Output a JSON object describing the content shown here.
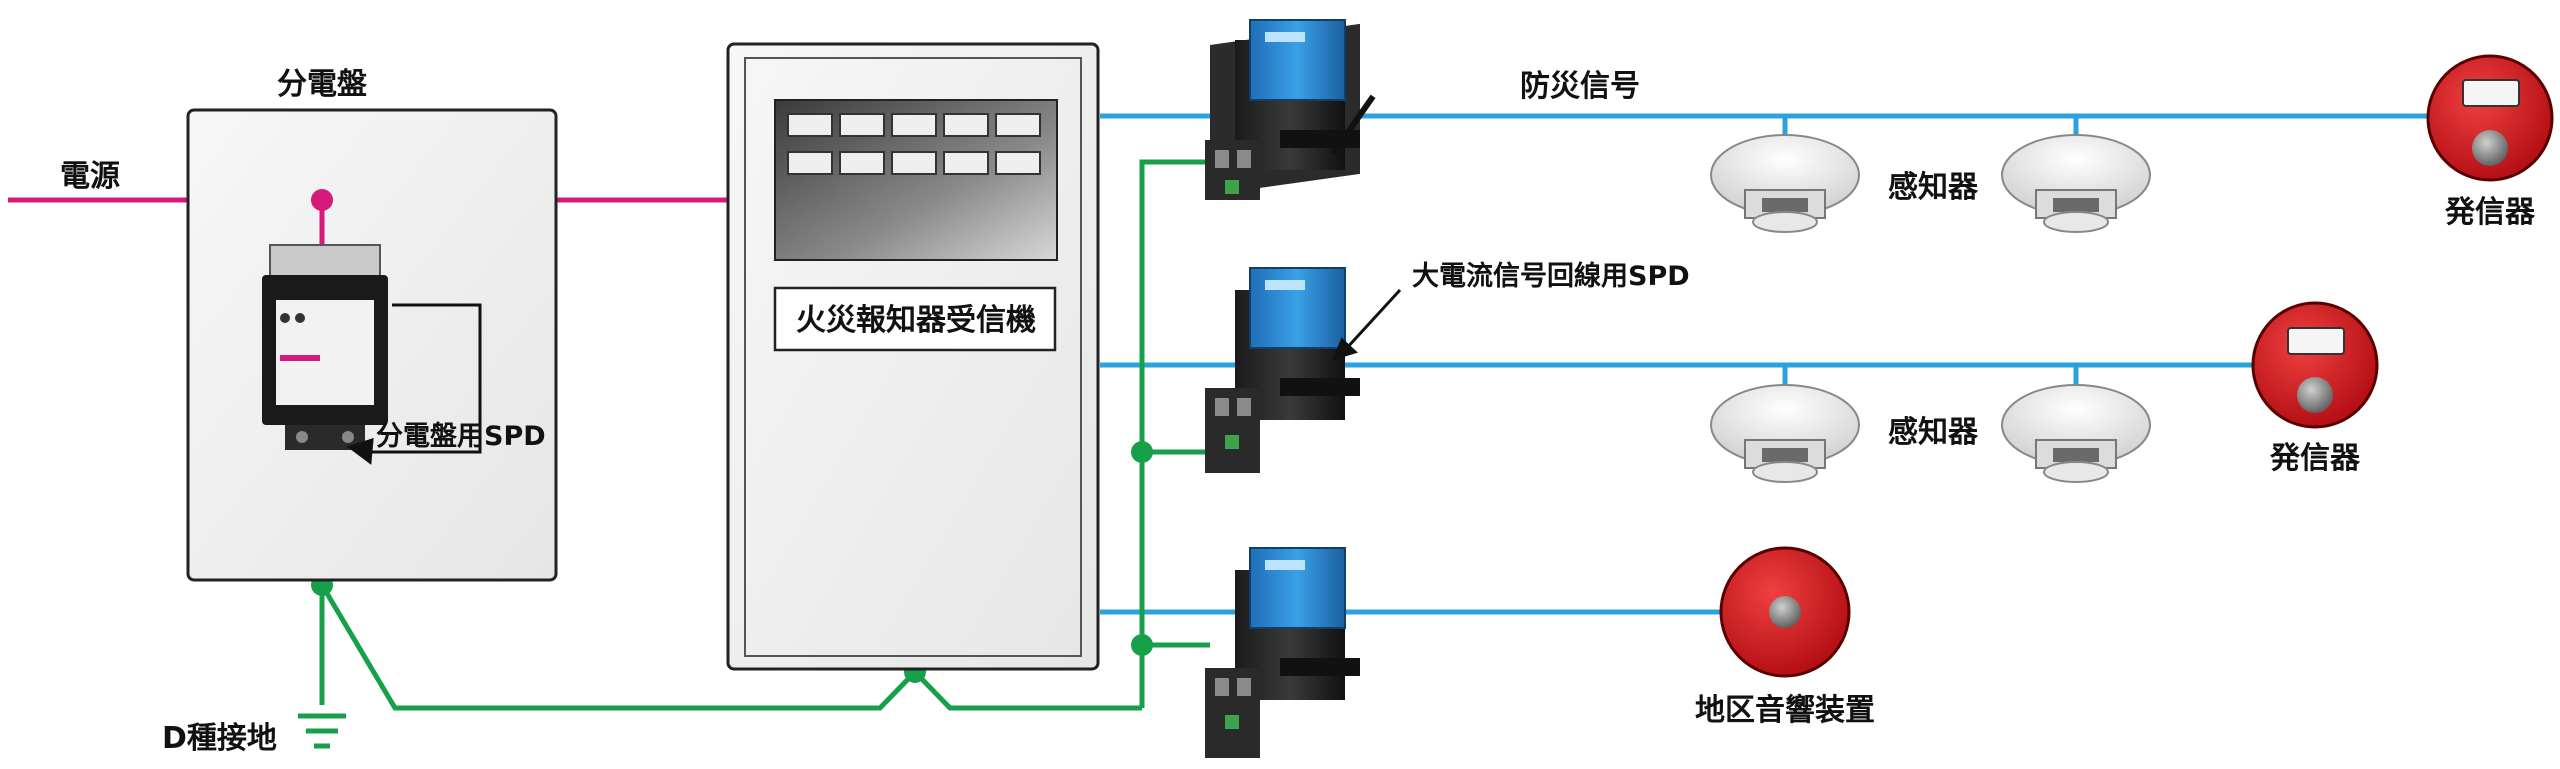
{
  "labels": {
    "power_source": "電源",
    "distribution_panel": "分電盤",
    "panel_spd": "分電盤用SPD",
    "ground": "D種接地",
    "fire_receiver": "火災報知器受信機",
    "disaster_signal": "防災信号",
    "high_current_spd": "大電流信号回線用SPD",
    "detector_1": "感知器",
    "detector_2": "感知器",
    "transmitter_1": "発信器",
    "transmitter_2": "発信器",
    "area_alarm": "地区音響装置"
  },
  "colors": {
    "power_line": "#d6197a",
    "signal_line": "#2aa3dd",
    "ground_line": "#16a04a",
    "transmitter_red": "#d9141b",
    "spd_blue": "#2f8fd8"
  }
}
